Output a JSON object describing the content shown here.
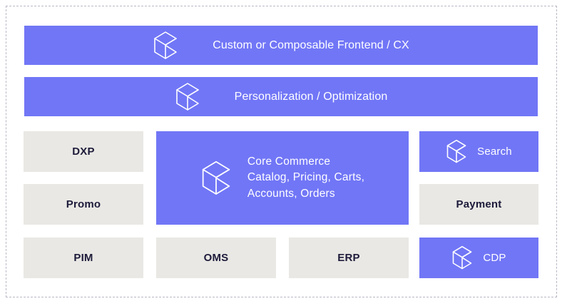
{
  "diagram": {
    "icon_name": "composable-cube-icon",
    "colors": {
      "accent_purple": "#7176F6",
      "neutral_gray": "#E9E8E4",
      "text_dark": "#1D1B3A",
      "text_light": "#FFFFFF",
      "frame_dash": "#B9B7C6"
    },
    "rows": {
      "banner_frontend": {
        "label": "Custom or Composable Frontend / CX",
        "style": "purple",
        "has_icon": true
      },
      "banner_personalization": {
        "label": "Personalization / Optimization",
        "style": "purple",
        "has_icon": true
      },
      "dxp": {
        "label": "DXP",
        "style": "gray",
        "has_icon": false
      },
      "promo": {
        "label": "Promo",
        "style": "gray",
        "has_icon": false
      },
      "core_commerce": {
        "label": "Core Commerce\nCatalog, Pricing, Carts,\nAccounts, Orders",
        "style": "purple",
        "has_icon": true
      },
      "search": {
        "label": "Search",
        "style": "purple",
        "has_icon": true
      },
      "payment": {
        "label": "Payment",
        "style": "gray",
        "has_icon": false
      },
      "pim": {
        "label": "PIM",
        "style": "gray",
        "has_icon": false
      },
      "oms": {
        "label": "OMS",
        "style": "gray",
        "has_icon": false
      },
      "erp": {
        "label": "ERP",
        "style": "gray",
        "has_icon": false
      },
      "cdp": {
        "label": "CDP",
        "style": "purple",
        "has_icon": true
      }
    }
  }
}
